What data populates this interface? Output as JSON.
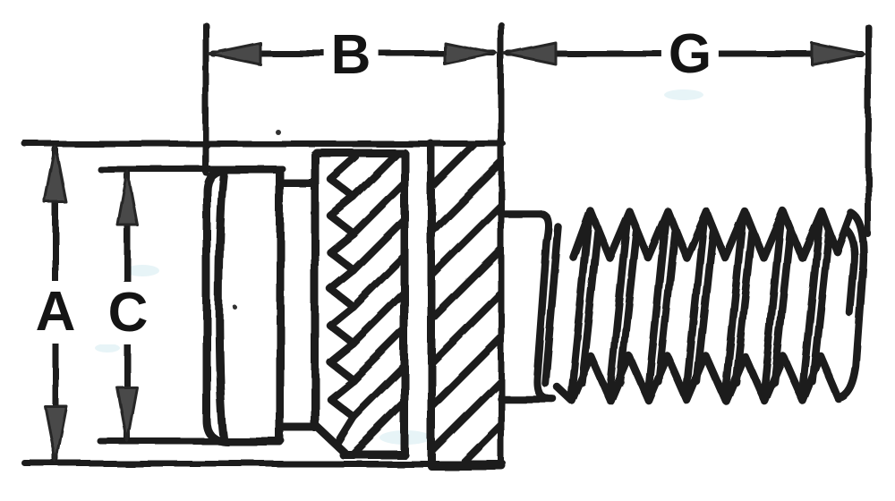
{
  "drawing": {
    "dimension_labels": {
      "a": "A",
      "b": "B",
      "c": "C",
      "g": "G"
    },
    "colors": {
      "ink": "#1b1b1b",
      "arrow_fill": "#4a4a4a",
      "paper": "#ffffff",
      "smudge": "#cfe9f0"
    }
  }
}
